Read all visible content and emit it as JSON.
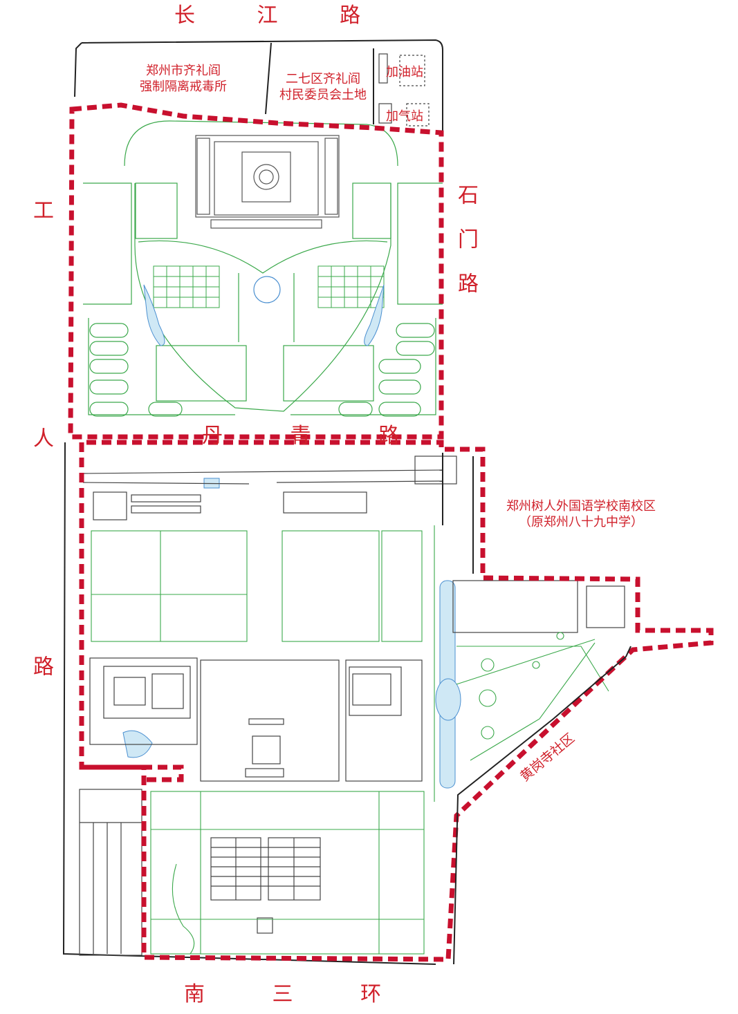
{
  "roads": {
    "north": "长 江 路",
    "east": "石门路",
    "west": "工人路",
    "middle": "丹 青 路",
    "south": "南 三 环"
  },
  "areas": {
    "rehab_center": "郑州市齐礼阎\n强制隔离戒毒所",
    "village_land": "二七区齐礼阎\n村民委员会土地",
    "gas_station": "加油站",
    "gas_fill_station": "加气站",
    "school": "郑州树人外国语学校南校区\n（原郑州八十九中学）",
    "community": "黄岗寺社区"
  },
  "colors": {
    "boundary": "#c8102e",
    "label": "#d0202a",
    "plan_line": "#3aa84a",
    "building_line": "#333333",
    "water": "#cfe8f5"
  }
}
